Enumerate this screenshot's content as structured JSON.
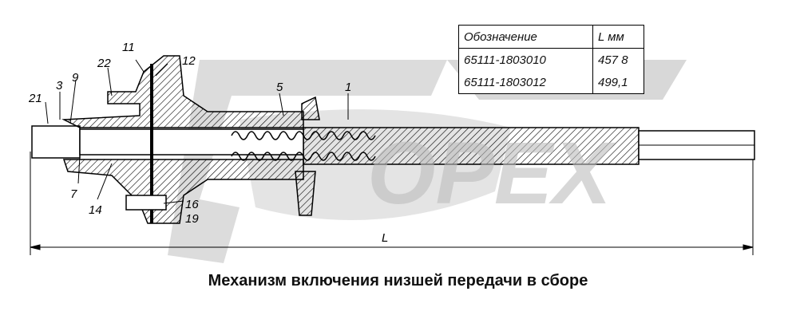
{
  "watermark": "OPEX",
  "table": {
    "headers": [
      "Обозначение",
      "L  мм"
    ],
    "rows": [
      [
        "65111-1803010",
        "457 8"
      ],
      [
        "65111-1803012",
        "499,1"
      ]
    ]
  },
  "callouts": {
    "c21": "21",
    "c3": "3",
    "c9": "9",
    "c22": "22",
    "c11": "11",
    "c12": "12",
    "c5": "5",
    "c1": "1",
    "c7": "7",
    "c14": "14",
    "c16": "16",
    "c19": "19"
  },
  "dimension_label": "L",
  "caption": "Механизм включения низшей передачи в сборе",
  "colors": {
    "watermark": "#d8d8d8",
    "line": "#000000"
  }
}
